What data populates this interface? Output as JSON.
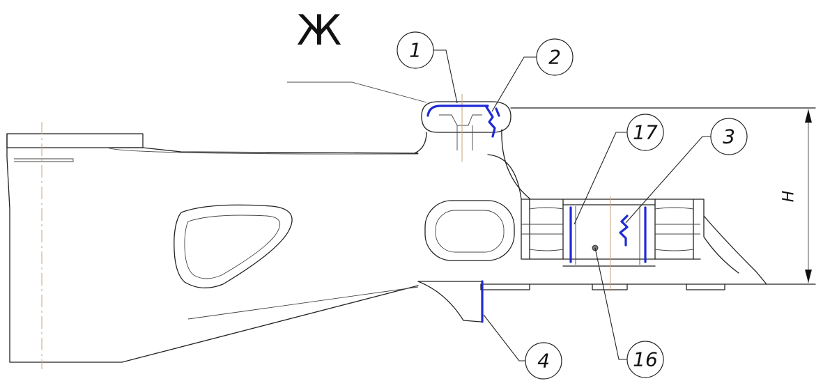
{
  "view_label": "Ж",
  "dimension": {
    "label": "H"
  },
  "callouts": [
    {
      "id": "1",
      "label": "1"
    },
    {
      "id": "2",
      "label": "2"
    },
    {
      "id": "17",
      "label": "17"
    },
    {
      "id": "3",
      "label": "3"
    },
    {
      "id": "4",
      "label": "4"
    },
    {
      "id": "16",
      "label": "16"
    }
  ],
  "colors": {
    "outline": "#222222",
    "defect_marks": "#1f2bd6",
    "center_lines": "#c8a27a",
    "background": "#ffffff"
  }
}
